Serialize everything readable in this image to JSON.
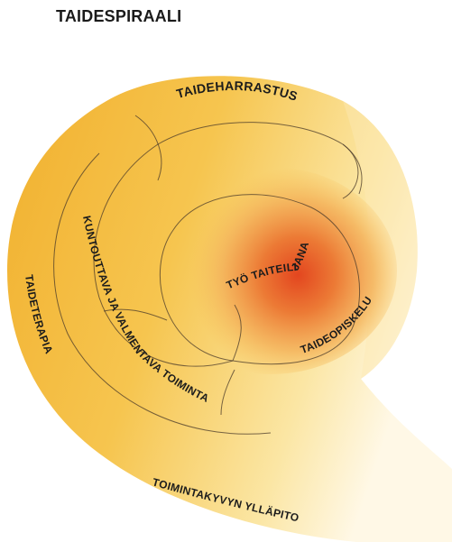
{
  "title": "TAIDESPIRAALI",
  "labels": {
    "taideharrastus": "TAIDEHARRASTUS",
    "tyo_taiteilijana": "TYÖ TAITEILIJANA",
    "taideopiskelu": "TAIDEOPISKELU",
    "kuntouttava": "KUNTOUTTAVA JA VALMENTAVA TOIMINTA",
    "taideterapia": "TAIDETERAPIA",
    "toimintakyvyn": "TOIMINTAKYVYN YLLÄPITO"
  },
  "colors": {
    "outer": "#f2b53a",
    "mid": "#f8c95a",
    "center": "#e8562a",
    "pale": "#fdf1c8"
  }
}
